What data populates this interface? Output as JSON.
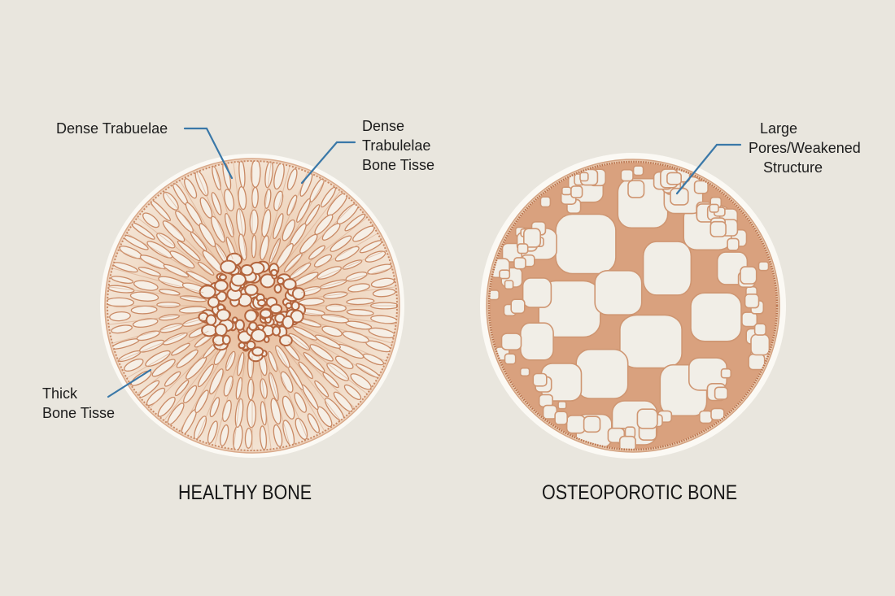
{
  "diagram": {
    "background": "#e9e6de",
    "leader_color": "#3a78a8",
    "bone_stroke": "#c8855e",
    "bone_dark": "#b8663f",
    "bone_fill": "#f1dcc8",
    "pore_fill": "#f2efe8",
    "ring_color": "#fbf9f4"
  },
  "healthy": {
    "title": "HEALTHY BONE",
    "labels": [
      {
        "id": "dense-trabuelae",
        "lines": [
          "Dense Trabuelae"
        ]
      },
      {
        "id": "dense-trabulelae-bone-tisse",
        "lines": [
          "Dense",
          "Trabulelae",
          "Bone Tisse"
        ]
      },
      {
        "id": "thick-bone-tisse",
        "lines": [
          "Thick",
          "Bone Tisse"
        ]
      }
    ]
  },
  "osteoporotic": {
    "title": "OSTEOPOROTIC BONE",
    "labels": [
      {
        "id": "large-pores-weakened-structure",
        "lines": [
          "Large",
          "Pores/Weakened",
          "Structure"
        ]
      }
    ]
  }
}
